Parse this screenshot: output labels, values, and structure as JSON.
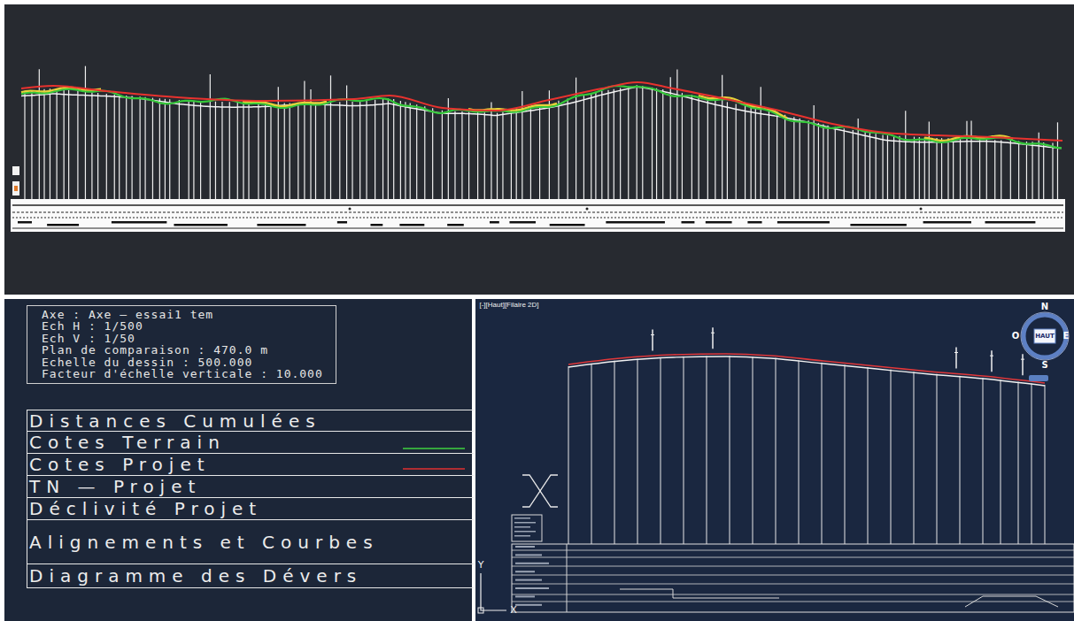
{
  "diagram": {
    "nodes": [
      {
        "text": [
          "Axe : Axe — essai1 tem",
          "Ech H : 1/500",
          "Ech V : 1/50",
          "Plan de comparaison : 470.0 m",
          "Echelle du dessin : 500.000",
          "Facteur d'échelle verticale : 10.000"
        ]
      },
      {
        "text": [
          "Distances Cumulées"
        ]
      },
      {
        "text": [
          "Cotes Terrain"
        ]
      },
      {
        "text": [
          "Cotes Projet"
        ]
      },
      {
        "text": [
          "TN — Projet"
        ]
      },
      {
        "text": [
          "Déclivité Projet"
        ]
      },
      {
        "text": [
          "Alignements et Courbes"
        ]
      },
      {
        "text": [
          "Diagramme des Dévers"
        ]
      }
    ],
    "labels": [
      "[-][Haut][Filaire 2D]",
      "N",
      "O",
      "E",
      "S",
      "HAUT",
      "Y",
      "X"
    ]
  }
}
